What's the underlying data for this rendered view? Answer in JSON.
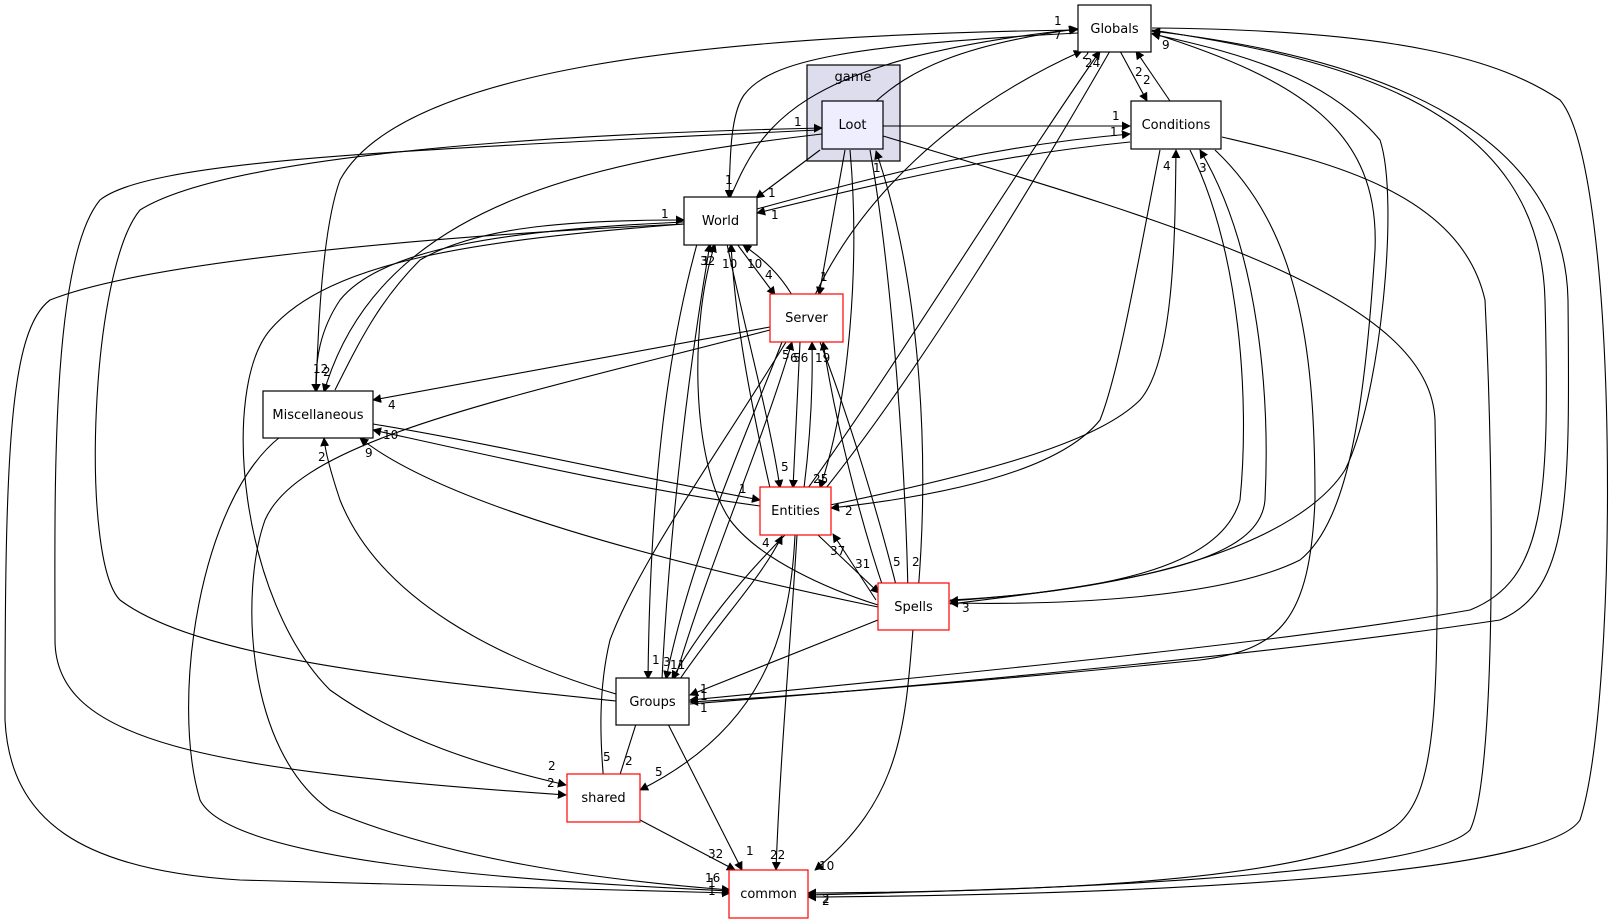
{
  "cluster": {
    "label": "game"
  },
  "nodes": {
    "globals": "Globals",
    "conditions": "Conditions",
    "loot": "Loot",
    "world": "World",
    "server": "Server",
    "misc": "Miscellaneous",
    "entities": "Entities",
    "spells": "Spells",
    "groups": "Groups",
    "shared": "shared",
    "common": "common"
  },
  "edge_labels": {
    "loot_globals": "7",
    "loot_conditions": "1",
    "loot_world": "1",
    "loot_server": "1",
    "loot_misc": "12",
    "loot_spells": "2",
    "loot_entities": "25",
    "loot_common": "2",
    "world_globals": "1",
    "world_conditions": "1",
    "world_groups": "1",
    "world_entities": "5",
    "world_server": "4",
    "world_misc": "2",
    "world_common": "16",
    "server_globals": "24",
    "server_world": "10",
    "server_misc": "4",
    "server_shared": "5",
    "server_entities": "56",
    "server_spells": "5",
    "server_groups": "3",
    "server_common": "1",
    "entities_loot": "1",
    "entities_server": "19",
    "entities_spells": "31",
    "entities_misc": "10",
    "entities_globals": "2",
    "entities_conditions": "4",
    "entities_world": "10",
    "entities_groups": "11",
    "entities_shared": "5",
    "entities_common": "22",
    "conditions_globals": "2",
    "conditions_spells": "3",
    "conditions_groups": "1",
    "conditions_common": "2",
    "globals_conditions": "2",
    "globals_spells": "3",
    "globals_groups": "1",
    "globals_common": "1",
    "misc_entities": "1",
    "misc_common": "1",
    "spells_entities": "37",
    "spells_world": "32",
    "spells_misc": "9",
    "spells_server": "6",
    "spells_globals": "9",
    "spells_conditions": "2",
    "spells_groups": "1",
    "spells_common": "10",
    "groups_misc": "2",
    "groups_world": "1",
    "groups_entities": "4",
    "groups_server": "5",
    "groups_globals": "2",
    "groups_shared": "2",
    "groups_common": "1",
    "groups_loot": "1",
    "shared_common": "32",
    "loot_shared": "2",
    "misc_world": "1",
    "spells_loot": "1",
    "groups_spells": "1",
    "conditions_entities": "2"
  }
}
